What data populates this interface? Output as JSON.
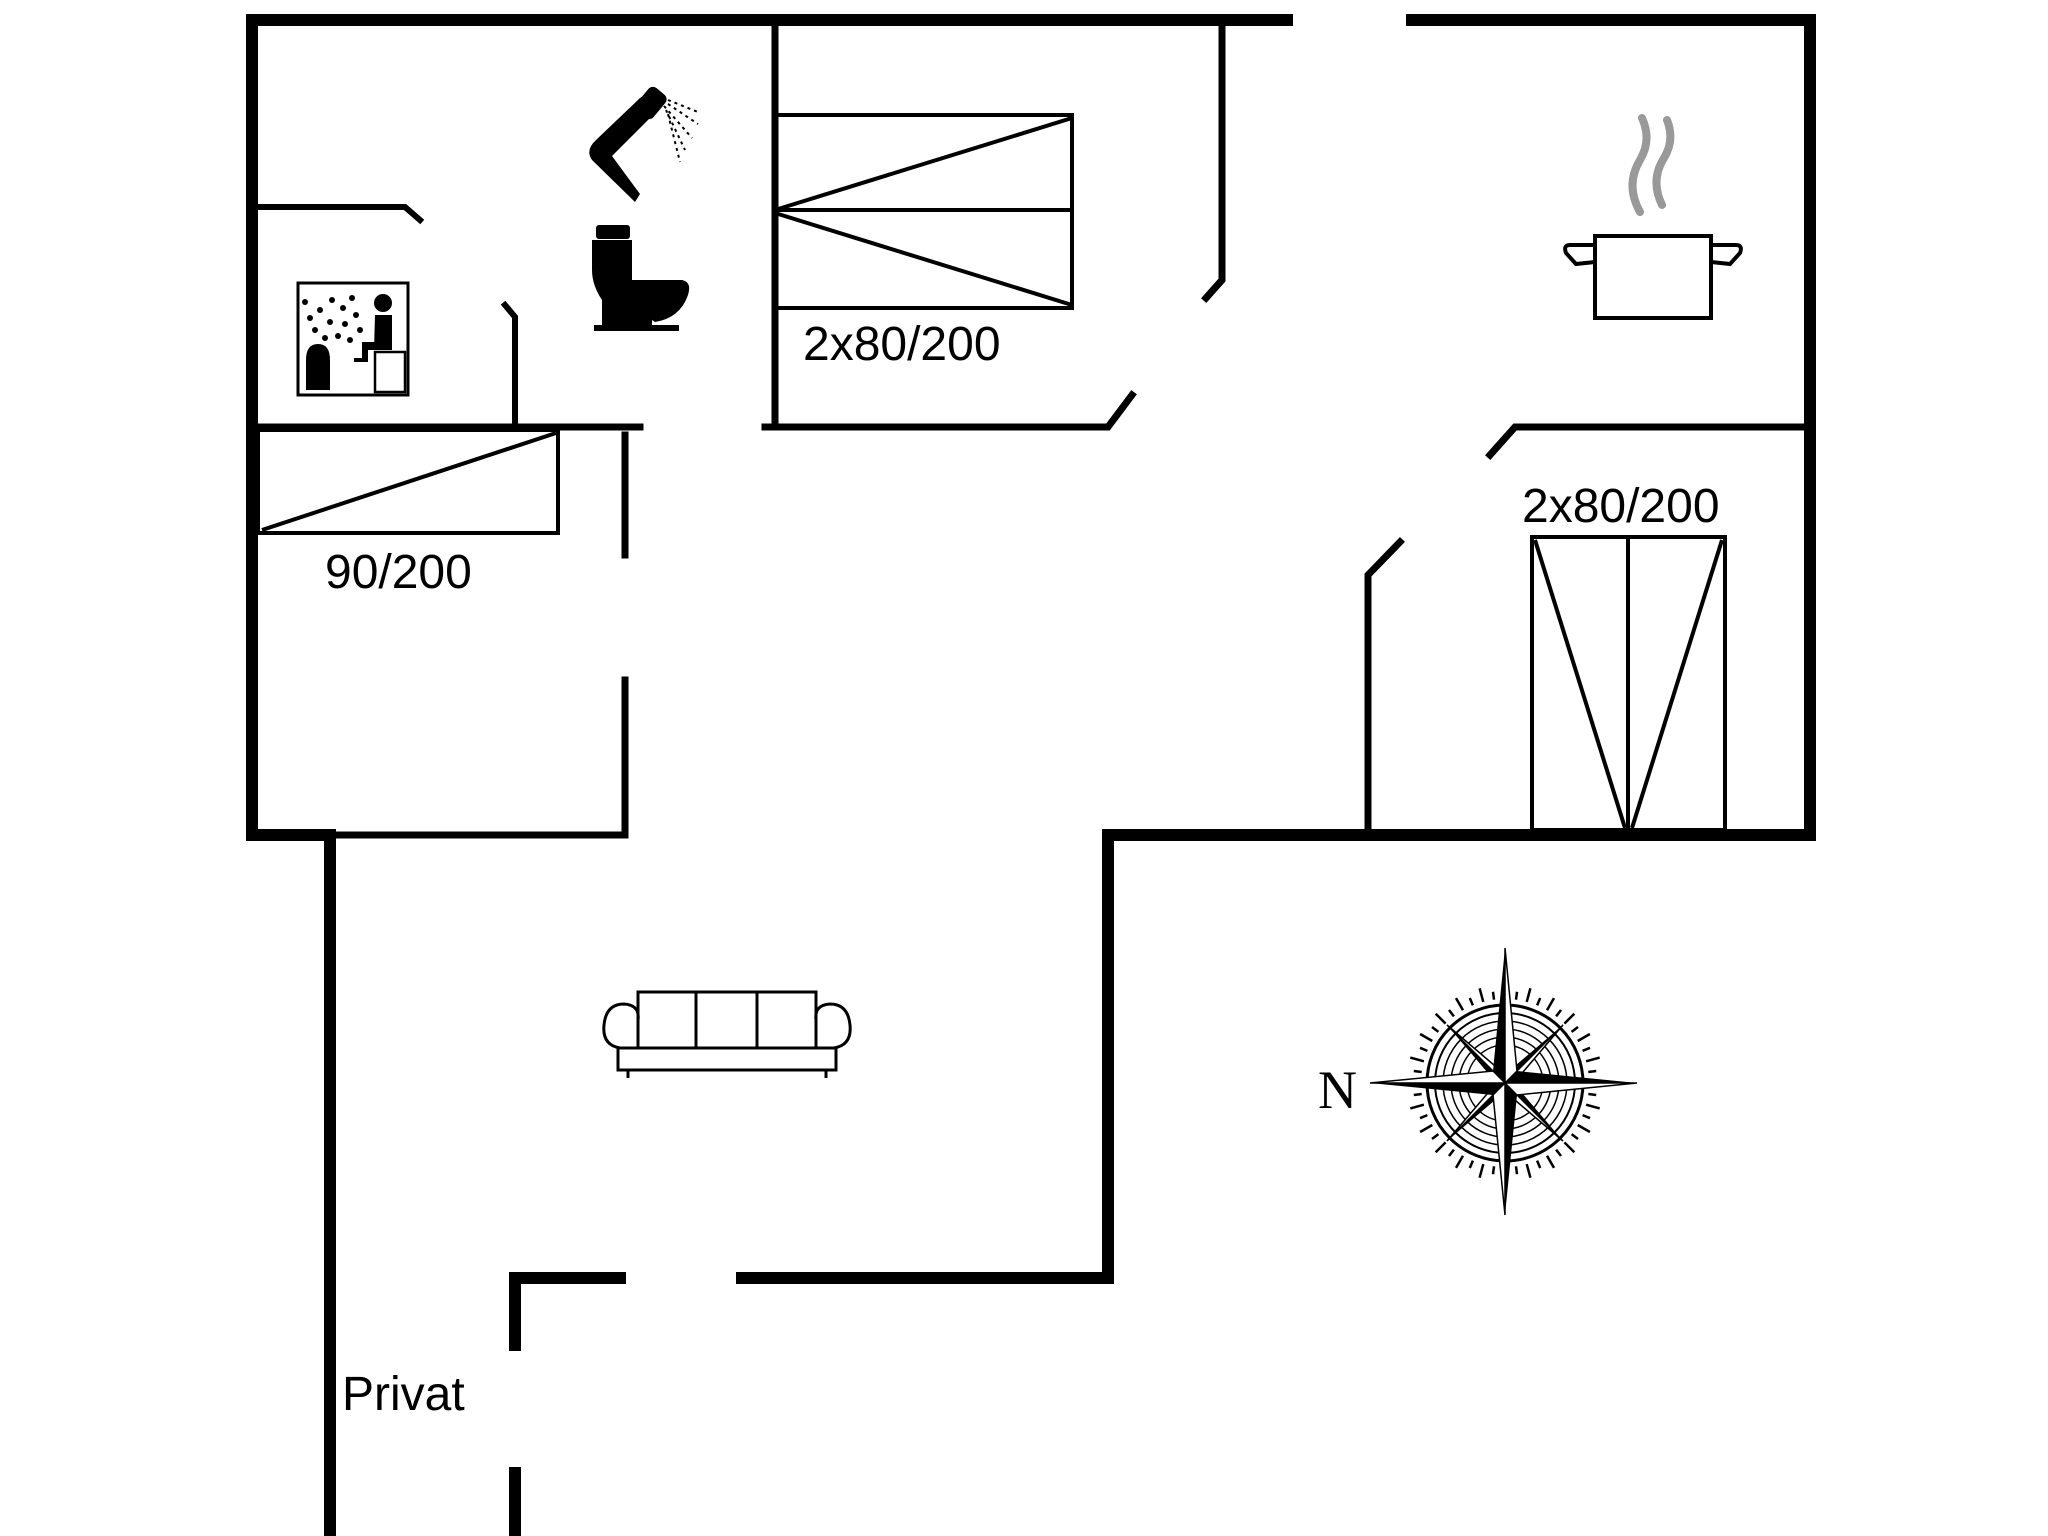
{
  "labels": {
    "bed_top": "2x80/200",
    "bed_right": "2x80/200",
    "bed_left": "90/200",
    "privat": "Privat",
    "north": "N"
  },
  "icons": [
    "shower-icon",
    "toilet-icon",
    "sauna-icon",
    "cooking-pot-icon",
    "sofa-icon",
    "compass-rose-icon"
  ],
  "colors": {
    "line": "#000000",
    "steam": "#999999",
    "background": "#ffffff"
  }
}
